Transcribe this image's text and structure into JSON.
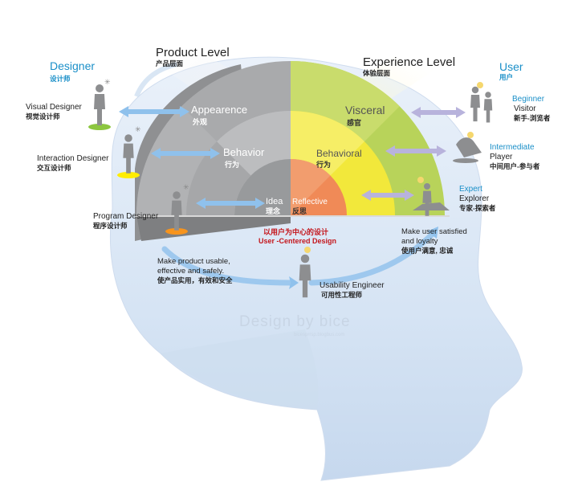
{
  "designer": {
    "title": "Designer",
    "title_cn": "设计师"
  },
  "roles": {
    "visual": {
      "label": "Visual Designer",
      "label_cn": "视觉设计师"
    },
    "interaction": {
      "label": "Interaction Designer",
      "label_cn": "交互设计师"
    },
    "program": {
      "label": "Program Designer",
      "label_cn": "程序设计师"
    },
    "usability": {
      "label": "Usability Engineer",
      "label_cn": "可用性工程师"
    }
  },
  "product_level": {
    "label": "Product Level",
    "label_cn": "产品层面"
  },
  "experience_level": {
    "label": "Experience Level",
    "label_cn": "体验层面"
  },
  "layers": {
    "appearance": {
      "label": "Appearence",
      "label_cn": "外观"
    },
    "behavior": {
      "label": "Behavior",
      "label_cn": "行为"
    },
    "idea": {
      "label": "Idea",
      "label_cn": "理念"
    },
    "visceral": {
      "label": "Visceral",
      "label_cn": "感官"
    },
    "behavioral": {
      "label": "Behavioral",
      "label_cn": "行为"
    },
    "reflective": {
      "label": "Reflective",
      "label_cn": "反思"
    }
  },
  "user": {
    "title": "User",
    "title_cn": "用户"
  },
  "users": {
    "beginner": {
      "level": "Beginner",
      "type": "Visitor",
      "type_cn": "新手-浏览者"
    },
    "intermediate": {
      "level": "Intermediate",
      "type": "Player",
      "type_cn": "中间用户-参与者"
    },
    "expert": {
      "level": "Expert",
      "type": "Explorer",
      "type_cn": "专家-探索者"
    }
  },
  "center": {
    "label_cn": "以用户为中心的设计",
    "label": "User -Centered Design"
  },
  "goals": {
    "left_line1": "Make product usable,",
    "left_line2": "effective and safely.",
    "left_cn": "使产品实用，有效和安全",
    "right_line1": "Make user satisfied",
    "right_line2": "and loyalty",
    "right_cn": "使用户满意, 忠诚"
  },
  "credit": {
    "text": "Design by bice",
    "sub": "bicesprrsp.blogbus.com"
  },
  "colors": {
    "head": "#dfeaf7",
    "head_dark": "#b9cfe8",
    "gray_outer": "#a9aaac",
    "gray_mid": "#bcbdbf",
    "gray_inner": "#989a9c",
    "green": "#b8d35a",
    "yellow": "#f2e83b",
    "orange": "#f08a57",
    "arrow_blue": "#8fc1ec",
    "arrow_purple": "#b8b3dc",
    "person": "#8d8e90",
    "pad_green": "#8cc63f",
    "pad_yellow": "#ffed00",
    "pad_orange": "#f7941d"
  }
}
